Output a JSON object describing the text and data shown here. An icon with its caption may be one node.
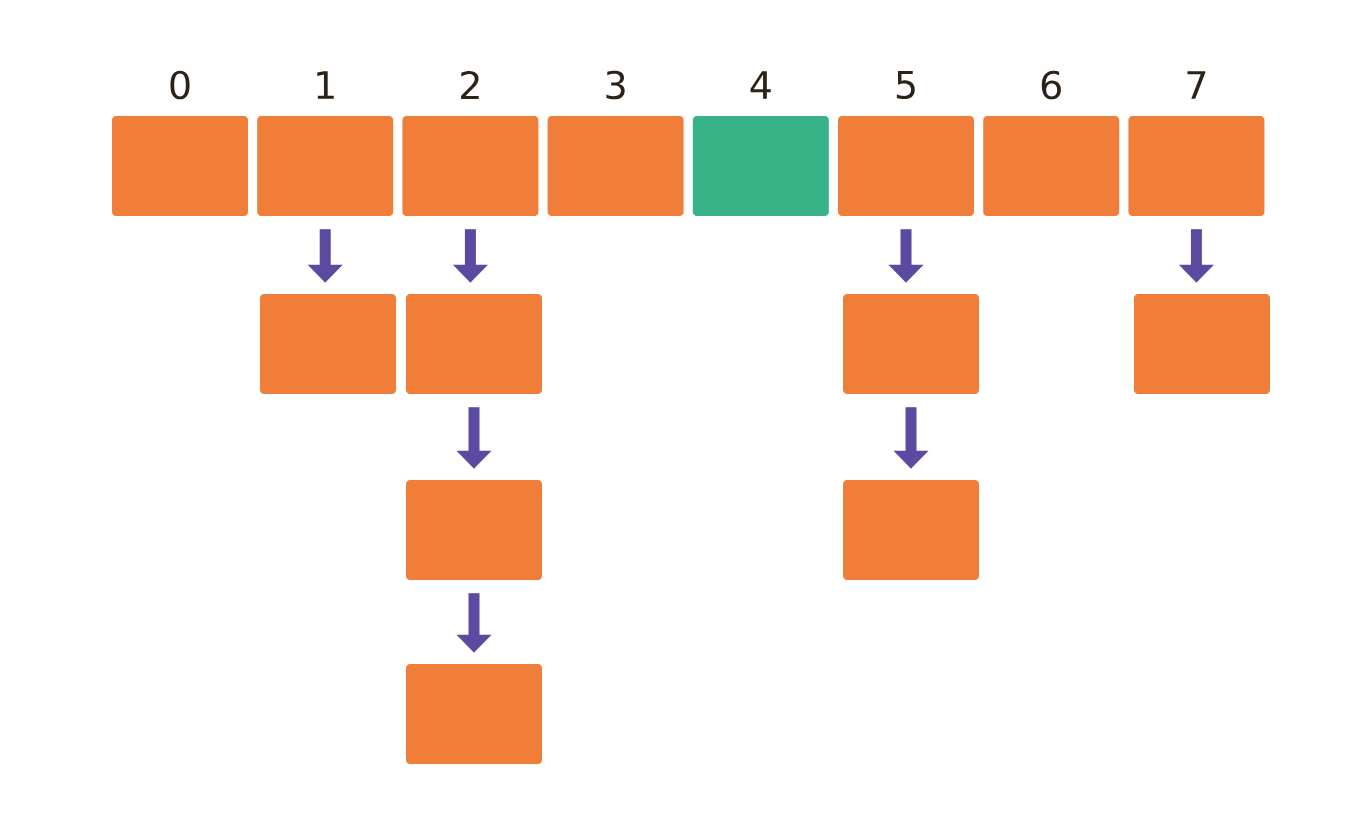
{
  "diagram": {
    "nodes": [
      {
        "text": [
          "0"
        ]
      },
      {
        "text": [
          "1"
        ]
      },
      {
        "text": [
          "2"
        ]
      },
      {
        "text": [
          "3"
        ]
      },
      {
        "text": [
          "4"
        ]
      },
      {
        "text": [
          "5"
        ]
      },
      {
        "text": [
          "6"
        ]
      },
      {
        "text": [
          "7"
        ]
      },
      {
        "text": [],
        "shape": "box"
      },
      {
        "text": [],
        "shape": "box"
      },
      {
        "text": [],
        "shape": "box"
      },
      {
        "text": [],
        "shape": "box"
      },
      {
        "text": [],
        "shape": "box"
      },
      {
        "text": [],
        "shape": "box"
      },
      {
        "text": [],
        "shape": "box"
      }
    ],
    "edges": [
      {
        "from": 1,
        "to": 8,
        "arrow": "to"
      },
      {
        "from": 2,
        "to": 9,
        "arrow": "to"
      },
      {
        "from": 5,
        "to": 10,
        "arrow": "to"
      },
      {
        "from": 7,
        "to": 11,
        "arrow": "to"
      },
      {
        "from": 9,
        "to": 12,
        "arrow": "to"
      },
      {
        "from": 10,
        "to": 13,
        "arrow": "to"
      },
      {
        "from": 12,
        "to": 14,
        "arrow": "to"
      }
    ]
  }
}
